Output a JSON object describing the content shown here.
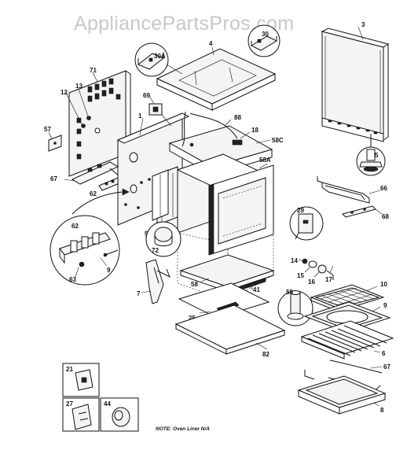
{
  "watermark": "AppliancePartsPros.com",
  "note": "NOTE:  Oven Liner N/A",
  "labels": {
    "p3": "3",
    "p4": "4",
    "p30": "30",
    "p30a": "30A",
    "p5": "5",
    "p71": "71",
    "p13": "13",
    "p12": "12",
    "p69": "69",
    "p1": "1",
    "p88": "88",
    "p18": "18",
    "p58c": "58C",
    "p57": "57",
    "p67a": "67",
    "p62a": "62",
    "p58a": "58A",
    "p66": "66",
    "p68": "68",
    "p29": "29",
    "p58b": "58B",
    "p72": "72",
    "p62b": "62",
    "p63": "63",
    "p9a": "9",
    "p14": "14",
    "p15": "15",
    "p16": "16",
    "p17": "17",
    "p7": "7",
    "p58": "58",
    "p41": "41",
    "p59": "59",
    "p10": "10",
    "p9b": "9",
    "p25": "25",
    "p6": "6",
    "p82": "82",
    "p67b": "67",
    "p8": "8",
    "p21": "21",
    "p27": "27",
    "p44": "44"
  }
}
